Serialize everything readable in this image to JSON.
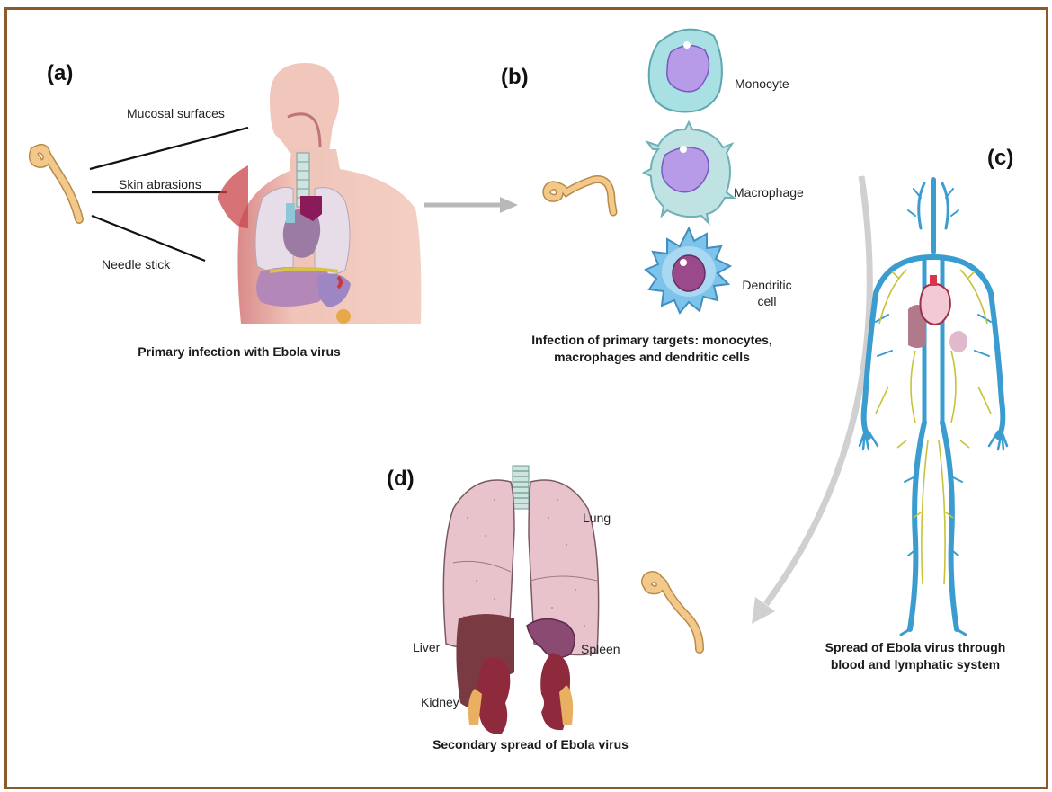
{
  "panels": {
    "a": {
      "label": "(a)",
      "routes": [
        "Mucosal surfaces",
        "Skin abrasions",
        "Needle stick"
      ],
      "caption": "Primary infection with Ebola virus"
    },
    "b": {
      "label": "(b)",
      "cells": [
        "Monocyte",
        "Macrophage",
        "Dendritic cell"
      ],
      "caption_line1": "Infection of primary targets: monocytes,",
      "caption_line2": "macrophages and dendritic cells"
    },
    "c": {
      "label": "(c)",
      "caption_line1": "Spread of Ebola virus through",
      "caption_line2": "blood and lymphatic system"
    },
    "d": {
      "label": "(d)",
      "organs": [
        "Lung",
        "Liver",
        "Spleen",
        "Kidney"
      ],
      "caption": "Secondary spread  of Ebola virus"
    }
  },
  "colors": {
    "frame": "#8a5a2b",
    "virus": "#f2c98a",
    "vessel_blue": "#3a9ccf",
    "lymph_yellow": "#c8c23a",
    "lung_pink": "#e8c3cc",
    "liver": "#7a3a42",
    "kidney": "#8e2a3c",
    "spleen": "#8a4a72",
    "monocyte": "#a8e0e4",
    "nucleus": "#b79ae8",
    "dendritic": "#7ec4ea"
  }
}
